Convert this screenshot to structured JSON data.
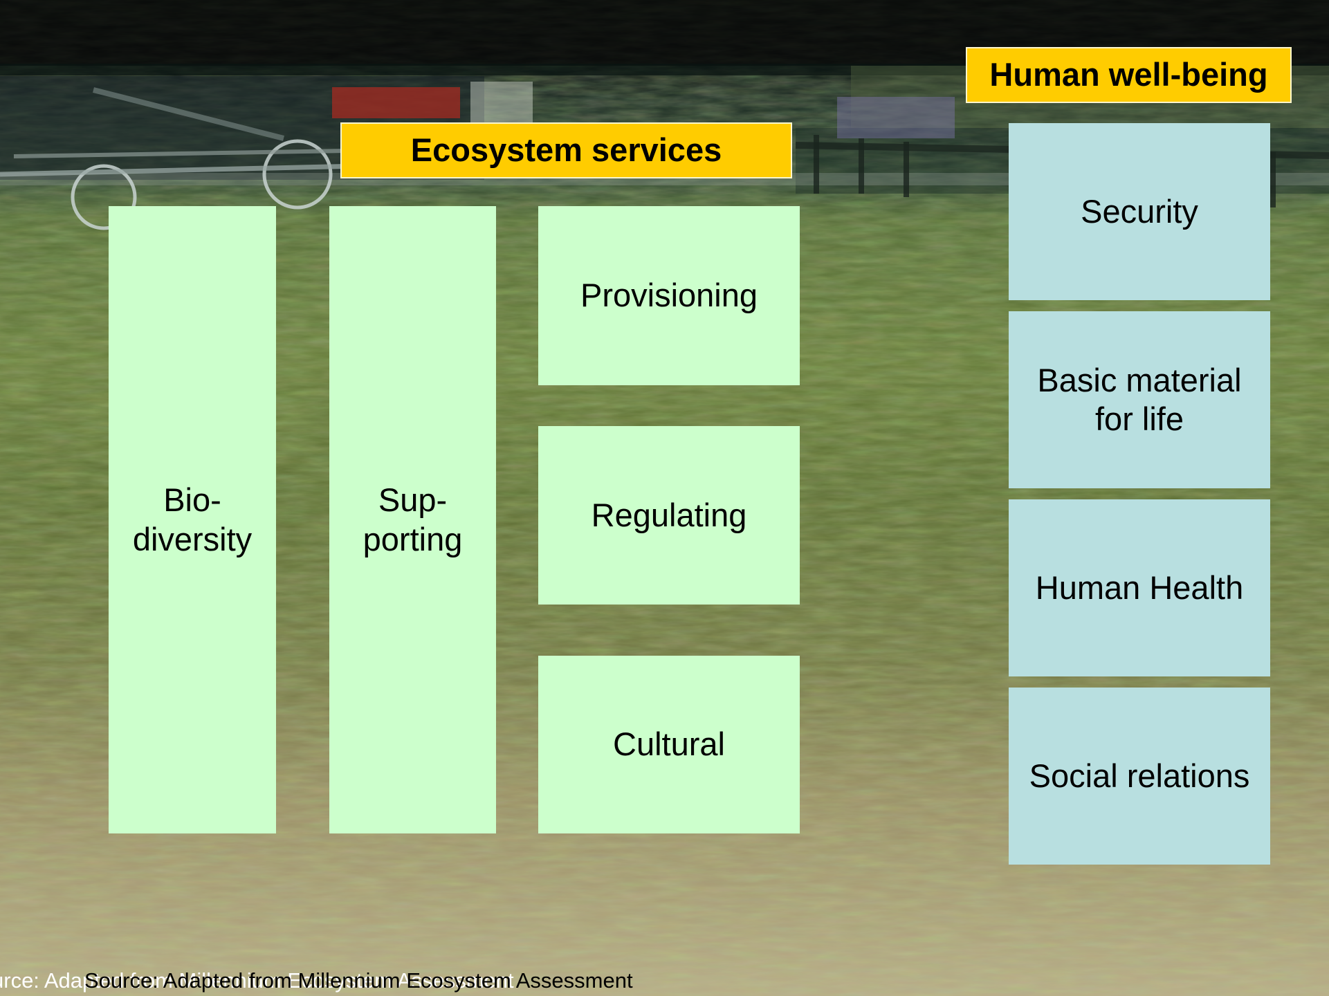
{
  "headers": {
    "ecosystem_services": "Ecosystem services",
    "human_well_being": "Human well-being"
  },
  "left_columns": {
    "biodiversity": "Bio-\ndiversity",
    "supporting": "Sup-\nporting"
  },
  "services": [
    "Provisioning",
    "Regulating",
    "Cultural"
  ],
  "well_being": [
    "Security",
    "Basic material\nfor life",
    "Human Health",
    "Social relations"
  ],
  "source_ghost": "urce: Adapted from Millennium Ecosystem Assessment",
  "source": "Source: Adapted from Millennium Ecosystem Assessment",
  "colors": {
    "header": "#ffcc00",
    "green_box": "#ccffcc",
    "blue_box": "#b8dfe0"
  }
}
